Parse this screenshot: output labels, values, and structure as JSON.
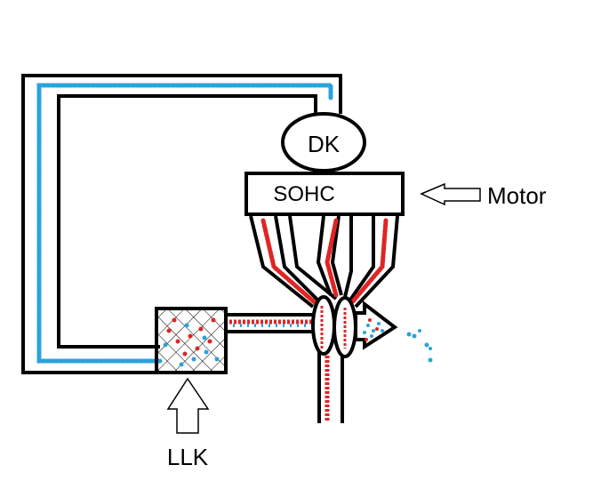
{
  "labels": {
    "dk": "DK",
    "sohc": "SOHC",
    "motor": "Motor",
    "llk": "LLK"
  },
  "colors": {
    "outline": "#000000",
    "blue_flow": "#29a3d9",
    "red_flow": "#e02424",
    "background": "#ffffff"
  }
}
